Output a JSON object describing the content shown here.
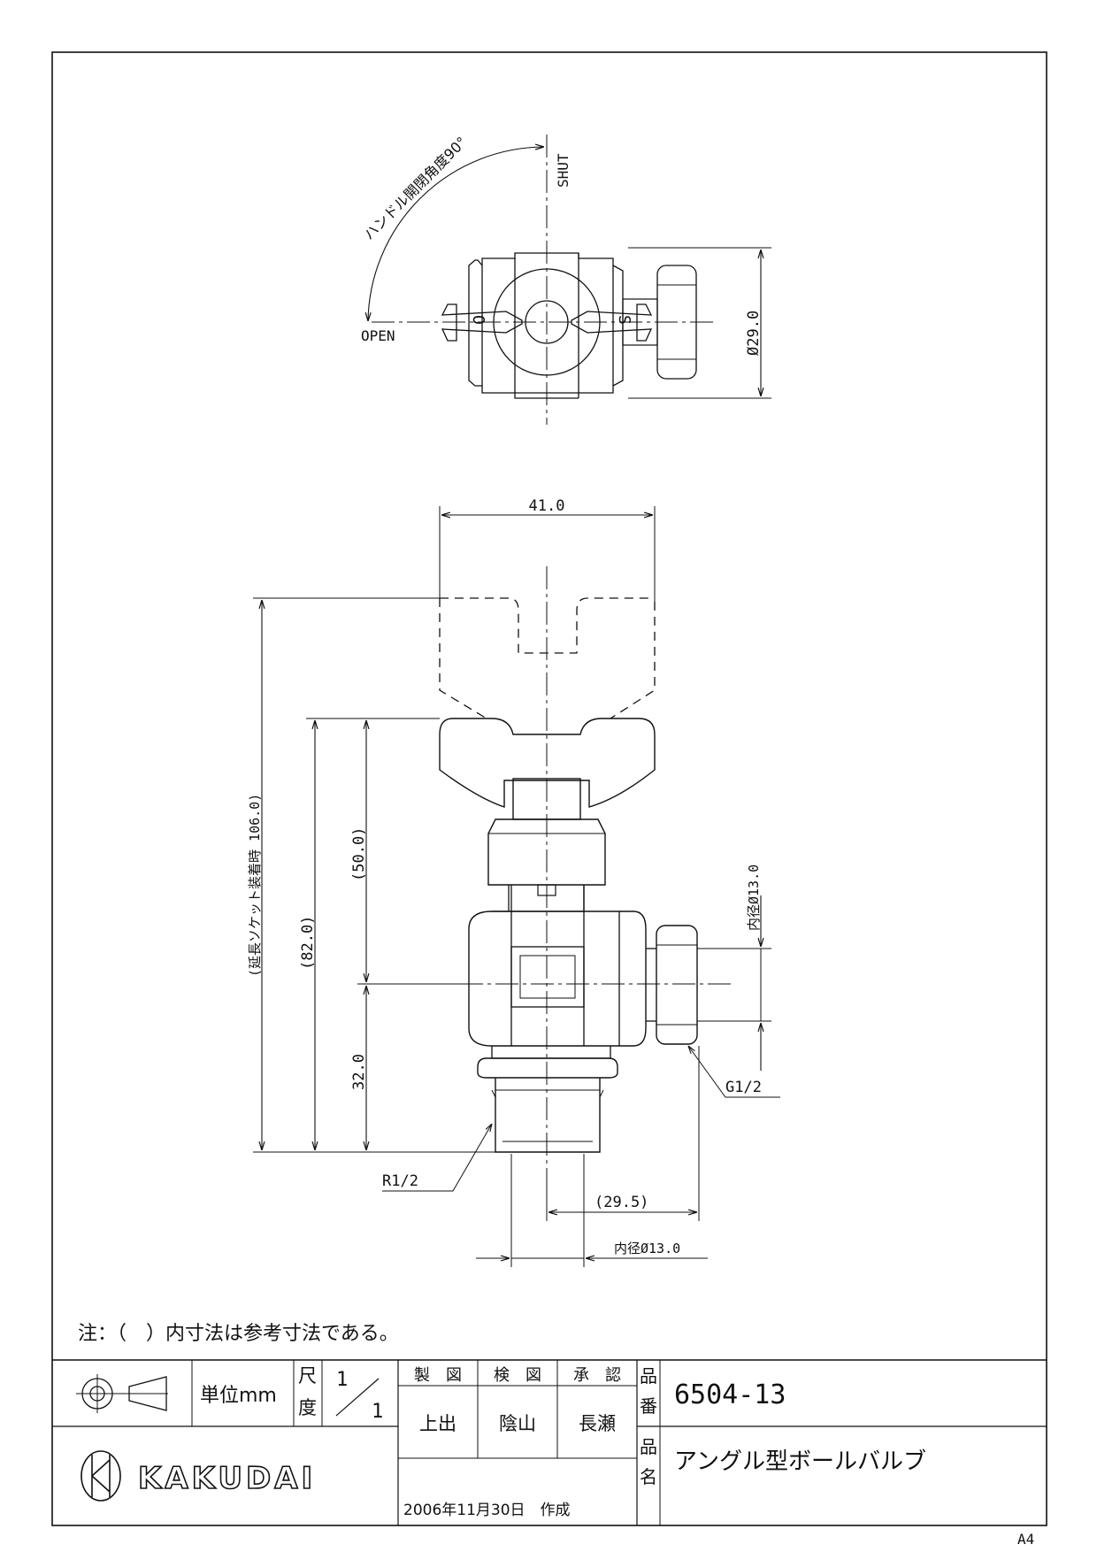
{
  "top_view": {
    "handle_angle_label": "ハンドル開閉角度90°",
    "shut_label": "SHUT",
    "open_label": "OPEN",
    "handle_o": "O",
    "handle_s": "S",
    "dim_diameter": "Ø29.0"
  },
  "front_view": {
    "dim_width": "41.0",
    "dim_total": "(延長ソケット装着時 106.0)",
    "dim_body": "(82.0)",
    "dim_upper": "(50.0)",
    "dim_lower": "32.0",
    "dim_inner_side": "内径Ø13.0",
    "dim_offset": "(29.5)",
    "dim_inner_bottom": "内径Ø13.0",
    "thread_side": "G1/2",
    "thread_bottom": "R1/2"
  },
  "note": "注：（　）内寸法は参考寸法である。",
  "title_block": {
    "unit_label": "単位mm",
    "scale_label_1": "尺",
    "scale_label_2": "度",
    "scale_num": "1",
    "scale_den": "1",
    "col_drawn": "製　図",
    "col_checked": "検　図",
    "col_approved": "承　認",
    "name_drawn": "上出",
    "name_checked": "陰山",
    "name_approved": "長瀬",
    "date": "2006年11月30日　作成",
    "part_no_label_1": "品",
    "part_no_label_2": "番",
    "part_no": "6504-13",
    "part_name_label_1": "品",
    "part_name_label_2": "名",
    "part_name": "アングル型ボールバルブ",
    "brand": "KAKUDAI"
  },
  "paper_size": "A4"
}
